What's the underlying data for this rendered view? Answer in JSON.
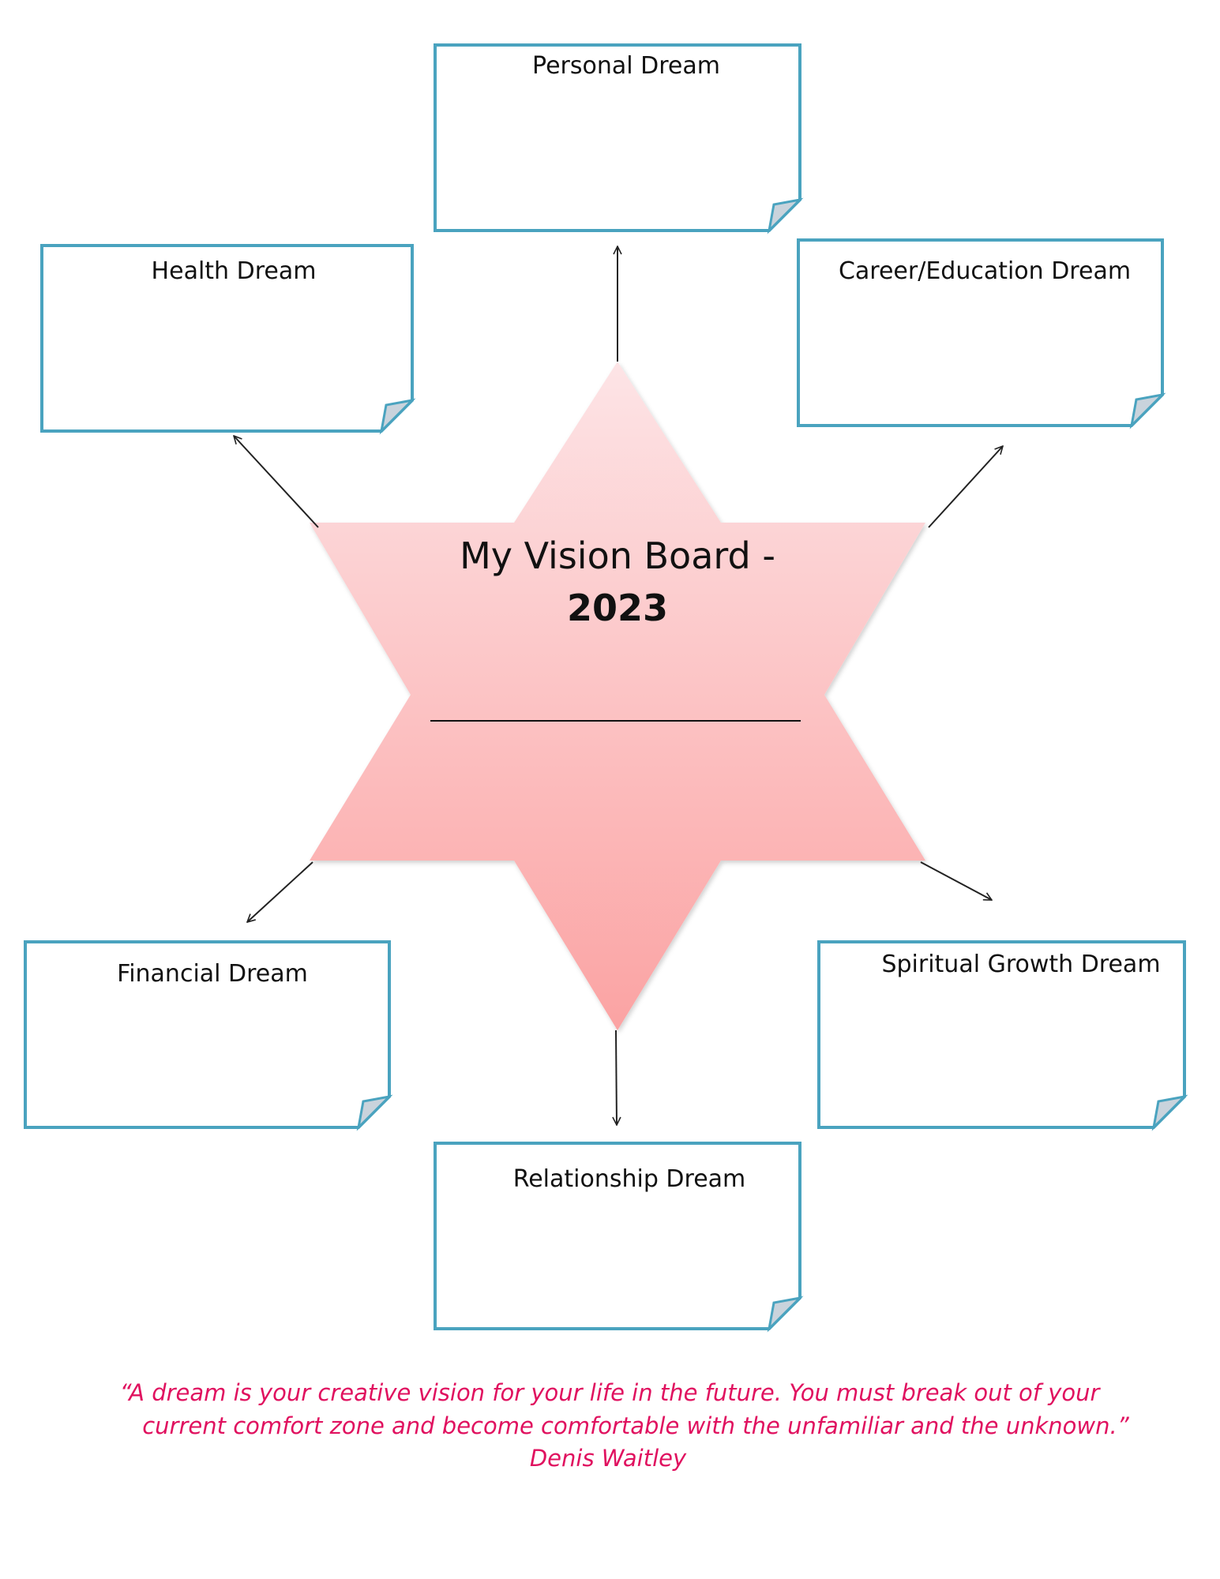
{
  "center": {
    "title": "My Vision Board -",
    "year": "2023"
  },
  "boxes": {
    "personal": "Personal Dream",
    "health": "Health Dream",
    "career": "Career/Education Dream",
    "financial": "Financial Dream",
    "spiritual": "Spiritual Growth Dream",
    "relationship": "Relationship Dream"
  },
  "quote": {
    "line1": "“A dream is your creative vision for your life in the future. You must break out of your",
    "line2": "current comfort zone and become comfortable with the unfamiliar and the unknown.”",
    "author": "Denis Waitley"
  },
  "colors": {
    "box_border": "#4aa3bf",
    "fold": "#c9d3dc",
    "star_top": "#fde4e6",
    "star_bottom": "#fba3a3",
    "quote": "#e0115f",
    "arrow": "#222222"
  }
}
